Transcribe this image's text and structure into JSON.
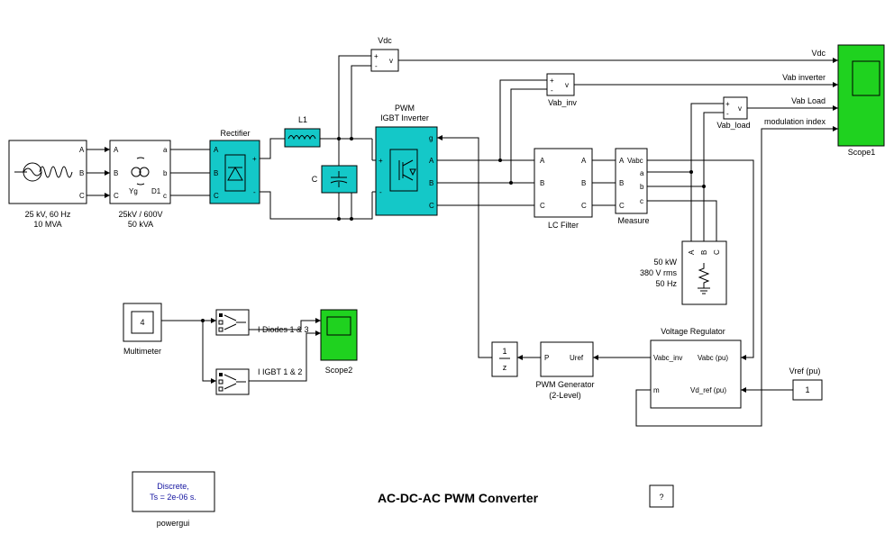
{
  "title": "AC-DC-AC  PWM Converter",
  "source": {
    "label1": "25 kV, 60 Hz",
    "label2": "10 MVA",
    "ports": [
      "A",
      "B",
      "C"
    ]
  },
  "transformer": {
    "label1": "25kV / 600V",
    "label2": "50 kVA",
    "ports_left": [
      "A",
      "B",
      "C"
    ],
    "ports_right": [
      "a",
      "b",
      "c"
    ],
    "winding_left": "Yg",
    "winding_right": "D1"
  },
  "rectifier": {
    "title": "Rectifier",
    "ports_left": [
      "A",
      "B",
      "C"
    ],
    "plus": "+",
    "minus": "-"
  },
  "inductor": {
    "title": "L1"
  },
  "capacitor": {
    "title": "C"
  },
  "vdc_meas": {
    "title": "Vdc",
    "plus": "+",
    "minus": "-",
    "v": "v"
  },
  "inverter": {
    "title1": "PWM",
    "title2": "IGBT Inverter",
    "ports": [
      "g",
      "A",
      "B",
      "C"
    ],
    "plus": "+",
    "minus": "-"
  },
  "vab_inv": {
    "title": "Vab_inv",
    "plus": "+",
    "minus": "-",
    "v": "v"
  },
  "vab_load": {
    "title": "Vab_load",
    "plus": "+",
    "minus": "-",
    "v": "v"
  },
  "lc_filter": {
    "title": "LC Filter",
    "ports": [
      "A",
      "B",
      "C",
      "A",
      "B",
      "C"
    ]
  },
  "measure": {
    "title": "Measure",
    "ports_left": [
      "A",
      "B",
      "C"
    ],
    "top_right": "Vabc",
    "ports_right": [
      "a",
      "b",
      "c"
    ]
  },
  "load": {
    "label1": "50 kW",
    "label2": "380 V rms",
    "label3": "50 Hz",
    "ports": [
      "A",
      "B",
      "C"
    ]
  },
  "scope1": {
    "title": "Scope1",
    "inputs": [
      "Vdc",
      "Vab inverter",
      "Vab Load",
      "modulation index"
    ]
  },
  "multimeter": {
    "title": "Multimeter",
    "value": "4"
  },
  "sel1": {
    "label": "I Diodes 1 & 3"
  },
  "sel2": {
    "label": "I IGBT 1 & 2"
  },
  "scope2": {
    "title": "Scope2"
  },
  "delay": {
    "num": "1",
    "den": "z"
  },
  "pwm_gen": {
    "title1": "PWM Generator",
    "title2": "(2-Level)",
    "port_in": "P",
    "port_out": "Uref"
  },
  "regulator": {
    "title": "Voltage Regulator",
    "in1": "Vabc_inv",
    "out1": "Vabc (pu)",
    "in2": "m",
    "in3": "Vd_ref (pu)"
  },
  "vref": {
    "title": "Vref (pu)",
    "value": "1"
  },
  "powergui": {
    "line1": "Discrete,",
    "line2": "Ts = 2e-06 s.",
    "title": "powergui"
  },
  "help": {
    "label": "?"
  },
  "colors": {
    "cyan": "#14c8c8",
    "green": "#1fd21f",
    "blue_text": "#1414a0"
  }
}
